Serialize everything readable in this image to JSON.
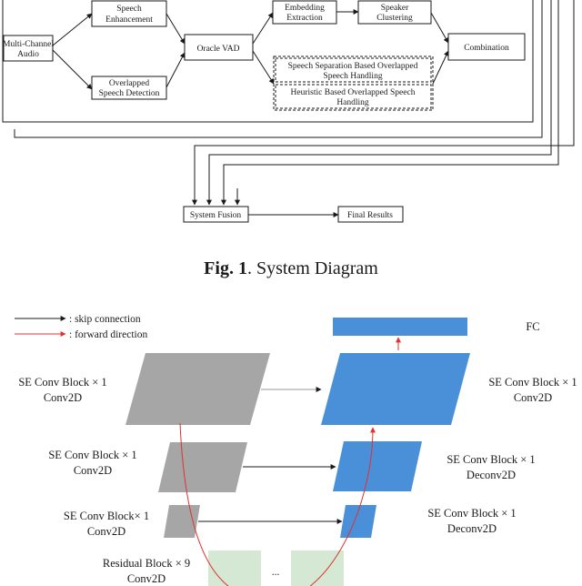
{
  "system_diagram": {
    "nodes": {
      "multi_channel_audio": [
        "Multi-Channel",
        "Audio"
      ],
      "speech_enhancement": [
        "Speech",
        "Enhancement"
      ],
      "overlapped_speech_detection": [
        "Overlapped",
        "Speech Detection"
      ],
      "oracle_vad": [
        "Oracle VAD"
      ],
      "embedding_extraction": [
        "Embedding",
        "Extraction"
      ],
      "speaker_clustering": [
        "Speaker",
        "Clustering"
      ],
      "separation_handling": [
        "Speech Separation Based Overlapped",
        "Speech Handling"
      ],
      "heuristic_handling": [
        "Heuristic Based Overlapped Speech",
        "Handling"
      ],
      "combination": [
        "Combination"
      ],
      "system_fusion": [
        "System Fusion"
      ],
      "final_results": [
        "Final Results"
      ]
    },
    "caption": {
      "prefix": "Fig. 1",
      "suffix": ". System Diagram"
    }
  },
  "network_diagram": {
    "legend": {
      "skip": ": skip connection",
      "forward": ": forward direction"
    },
    "labels": {
      "fc": "FC",
      "enc1": [
        "SE Conv Block × 1",
        "Conv2D"
      ],
      "enc2": [
        "SE Conv Block × 1",
        "Conv2D"
      ],
      "enc3": [
        "SE Conv Block× 1",
        "Conv2D"
      ],
      "residual": [
        "Residual Block × 9",
        "Conv2D"
      ],
      "dec1": [
        "SE Conv Block × 1",
        "Conv2D"
      ],
      "dec2": [
        "SE Conv Block × 1",
        "Deconv2D"
      ],
      "dec3": [
        "SE Conv Block × 1",
        "Deconv2D"
      ],
      "ellipsis": "..."
    }
  },
  "colors": {
    "gray_block": "#a6a6a6",
    "blue_block": "#4a90d9",
    "green_block": "#d5e8d4",
    "forward_arrow": "#e03030",
    "line": "#1a1a1a"
  }
}
